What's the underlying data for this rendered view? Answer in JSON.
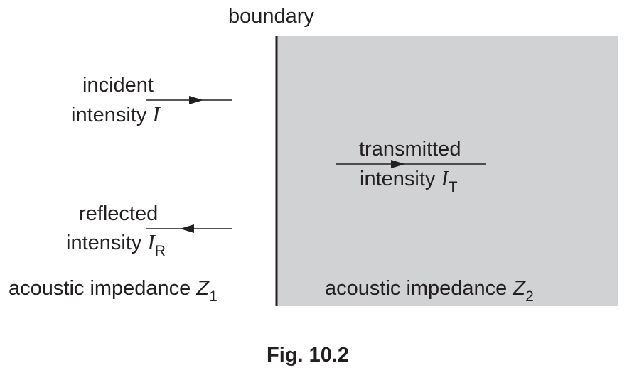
{
  "boundary_label": "boundary",
  "incident": {
    "line1": "incident",
    "line2": "intensity",
    "symbol": "I"
  },
  "transmitted": {
    "line1": "transmitted",
    "line2": "intensity",
    "symbol": "I",
    "subscript": "T"
  },
  "reflected": {
    "line1": "reflected",
    "line2": "intensity",
    "symbol": "I",
    "subscript": "R"
  },
  "medium1": {
    "label": "acoustic impedance",
    "symbol": "Z",
    "subscript": "1"
  },
  "medium2": {
    "label": "acoustic impedance",
    "symbol": "Z",
    "subscript": "2"
  },
  "caption": "Fig. 10.2",
  "colors": {
    "medium2_fill": "#d1d2d4",
    "ink": "#231f20"
  }
}
